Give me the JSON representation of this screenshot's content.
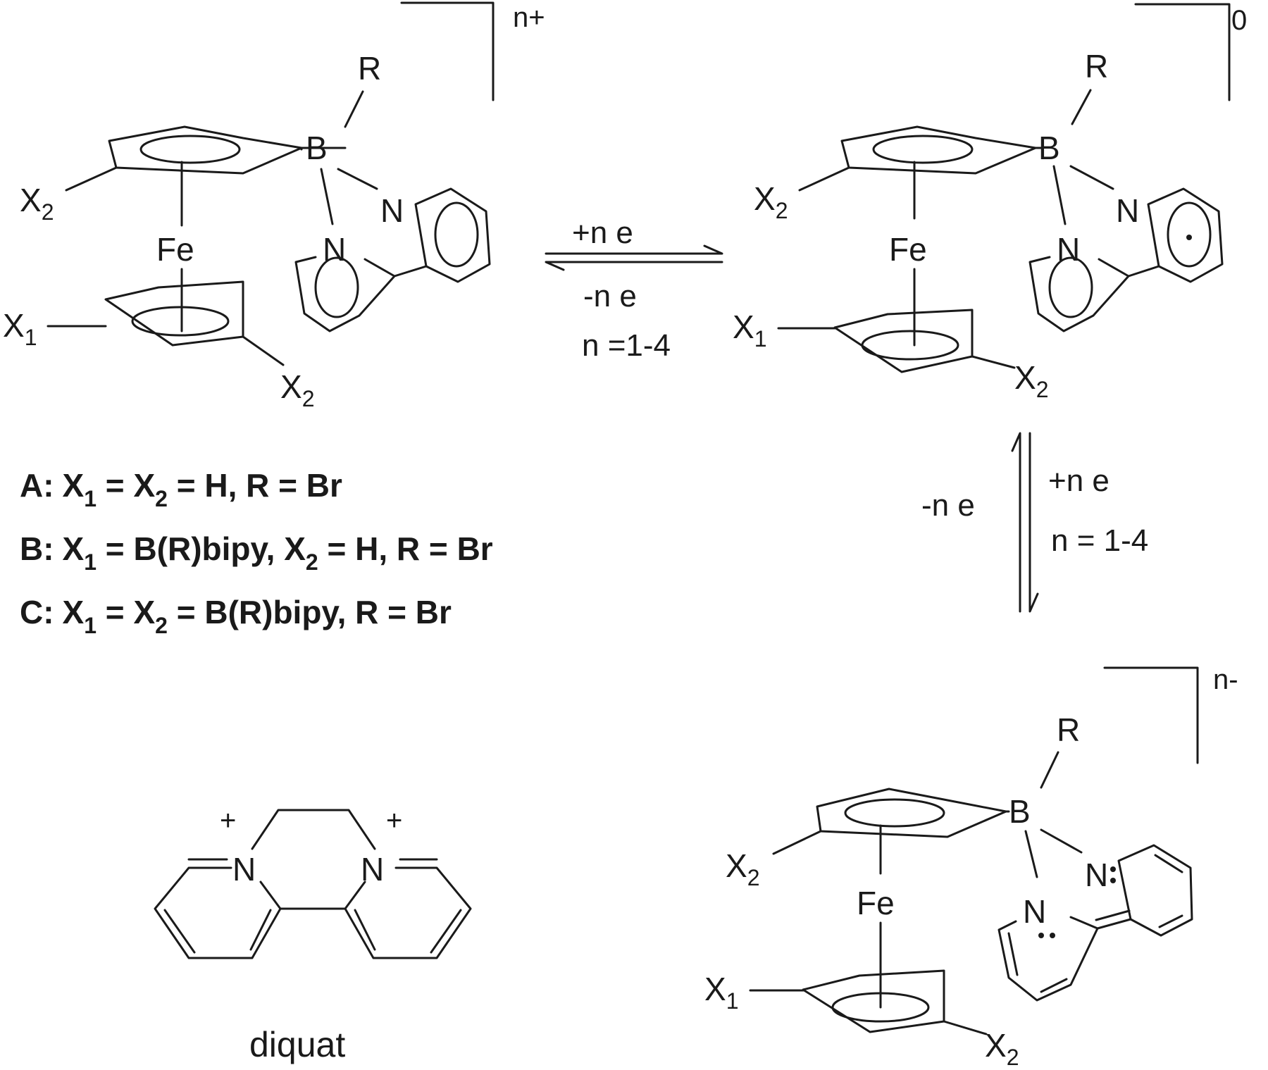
{
  "colors": {
    "ink": "#1a1a1a",
    "background": "#ffffff"
  },
  "atoms": {
    "fe": "Fe",
    "b": "B",
    "n": "N",
    "r": "R",
    "x": "X",
    "x1_sub": "1",
    "x2_sub": "2"
  },
  "charges": {
    "cation": "n+",
    "neutral": "0",
    "anion": "n-",
    "plus": "+"
  },
  "arrows": {
    "horizontal": {
      "forward": "+n e",
      "reverse": "-n e",
      "range": "n =1-4"
    },
    "vertical": {
      "reverse": "-n e",
      "forward": "+n e",
      "range": "n = 1-4"
    }
  },
  "legend": {
    "a": {
      "tag": "A:",
      "p1": "X",
      "s1": "1",
      "p2": " = X",
      "s2": "2",
      "p3": " = H, R = Br"
    },
    "b": {
      "tag": "B:",
      "p1": "X",
      "s1": "1",
      "p2": " = B(R)bipy, X",
      "s2": "2",
      "p3": " = H, R = Br"
    },
    "c": {
      "tag": "C:",
      "p1": "X",
      "s1": "1",
      "p2": " = X",
      "s2": "2",
      "p3": " = B(R)bipy, R = Br"
    }
  },
  "diquat": {
    "caption": "diquat"
  }
}
